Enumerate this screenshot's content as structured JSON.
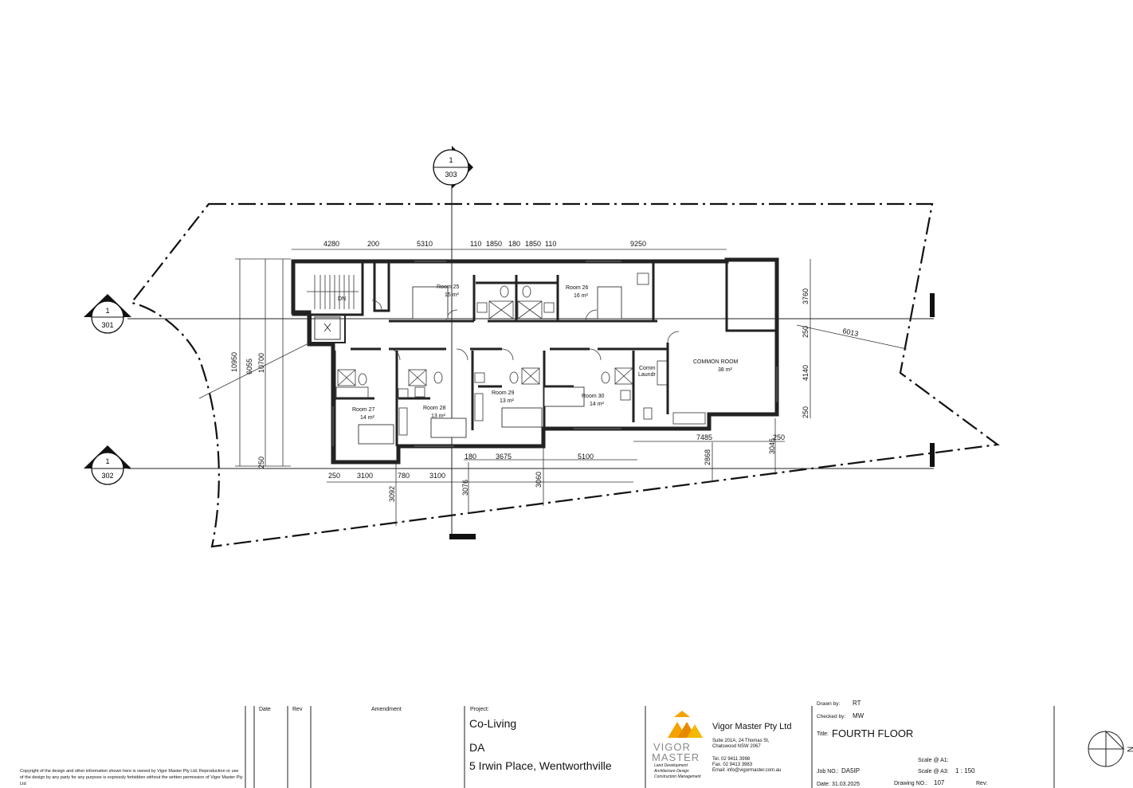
{
  "section_markers": [
    {
      "top": "1",
      "bottom": "303"
    },
    {
      "top": "1",
      "bottom": "301"
    },
    {
      "top": "1",
      "bottom": "302"
    }
  ],
  "rooms": [
    {
      "name": "Room 25",
      "area": "15 m²"
    },
    {
      "name": "Room 26",
      "area": "16 m²"
    },
    {
      "name": "Room 27",
      "area": "14 m²"
    },
    {
      "name": "Room 28",
      "area": "13 m²"
    },
    {
      "name": "Room 29",
      "area": "13 m²"
    },
    {
      "name": "Room 30",
      "area": "14 m²"
    },
    {
      "name": "COMMON ROOM",
      "area": "38 m²"
    },
    {
      "name": "Comm",
      "area": "Laundr"
    }
  ],
  "stair_label": "DN",
  "dimensions": {
    "top": [
      "4280",
      "200",
      "5310",
      "110",
      "1850",
      "180",
      "1850",
      "110",
      "9250"
    ],
    "left": [
      "10950",
      "6055",
      "10700",
      "250"
    ],
    "right": [
      "3760",
      "250",
      "4140",
      "250"
    ],
    "diagonal": "6013",
    "bottom_row": [
      "250",
      "3100",
      "780",
      "3100",
      "180",
      "3675",
      "5100"
    ],
    "setbacks": [
      "3092",
      "3076",
      "3060",
      "2868",
      "3046",
      "7485",
      "250"
    ]
  },
  "title_block": {
    "copyright": "Copyright of the design and other information shown here is owned by Vigor Master Pty Ltd. Reproduction or use of the design by any party for any purpose is expressly forbidden without the written permission of Vigor Master Pty Ltd",
    "date_header": "Date",
    "rev_header": "Rev",
    "amendment_header": "Amendment",
    "project_label": "Project:",
    "project_name": "Co-Living",
    "project_stage": "DA",
    "project_address": "5 Irwin Place, Wentworthville",
    "logo_text_1": "VIGOR",
    "logo_text_2": "MASTER",
    "logo_tag_1": "Land Development",
    "logo_tag_2": "Architecture Design",
    "logo_tag_3": "Construction Management",
    "company_name": "Vigor Master Pty Ltd",
    "address_1": "Suite 201A, 24 Thomas St,",
    "address_2": "Chatswood NSW 2067",
    "tel": "Tel. 02 9411 3998",
    "fax": "Fax. 02 9413 3983",
    "email": "Email: info@vigormaster.com.au",
    "drawn_by_label": "Drawn by:",
    "drawn_by": "RT",
    "checked_by_label": "Checked by:",
    "checked_by": "MW",
    "title_label": "Title:",
    "title": "FOURTH FLOOR",
    "job_label": "Job NO.:",
    "job_no": "DA5IP",
    "scale_a1_label": "Scale @ A1:",
    "scale_a3_label": "Scale @ A3:",
    "scale_a3": "1 : 150",
    "date_label": "Date:",
    "date": "31.03.2025",
    "drawing_label": "Drawing NO.:",
    "drawing_no": "107",
    "rev_label": "Rev:",
    "north_label": "N"
  },
  "colors": {
    "ink": "#222222",
    "wall_fill": "#d9d9d9",
    "logo_orange": "#f5a300"
  }
}
